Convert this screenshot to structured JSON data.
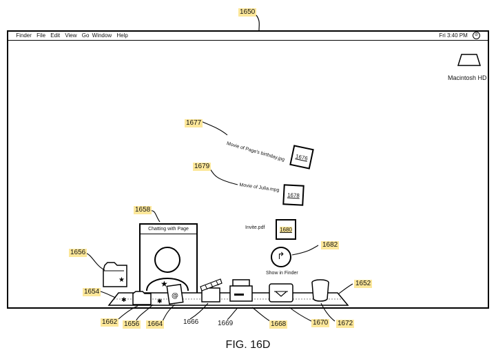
{
  "figure_caption": "FIG. 16D",
  "menubar": {
    "apple_glyph": "",
    "items": [
      "Finder",
      "File",
      "Edit",
      "View",
      "Go",
      "Window",
      "Help"
    ],
    "clock": "Fri 3:40 PM"
  },
  "desktop": {
    "drive_label": "Macintosh HD"
  },
  "chat_window": {
    "title": "Chatting with Page"
  },
  "floating_files": [
    {
      "label": "Movie of Page's birthday.jpg",
      "ref": "1676"
    },
    {
      "label": "Movie of Julia.mpg",
      "ref": "1678"
    },
    {
      "label": "Invite.pdf",
      "ref": "1680"
    }
  ],
  "show_in_finder_label": "Show in Finder",
  "references": {
    "r1650": "1650",
    "r1677": "1677",
    "r1679": "1679",
    "r1658": "1658",
    "r1656a": "1656",
    "r1654": "1654",
    "r1682": "1682",
    "r1652": "1652",
    "r1662": "1662",
    "r1656b": "1656",
    "r1664": "1664",
    "r1666": "1666",
    "r1669": "1669",
    "r1668": "1668",
    "r1670": "1670",
    "r1672": "1672"
  }
}
